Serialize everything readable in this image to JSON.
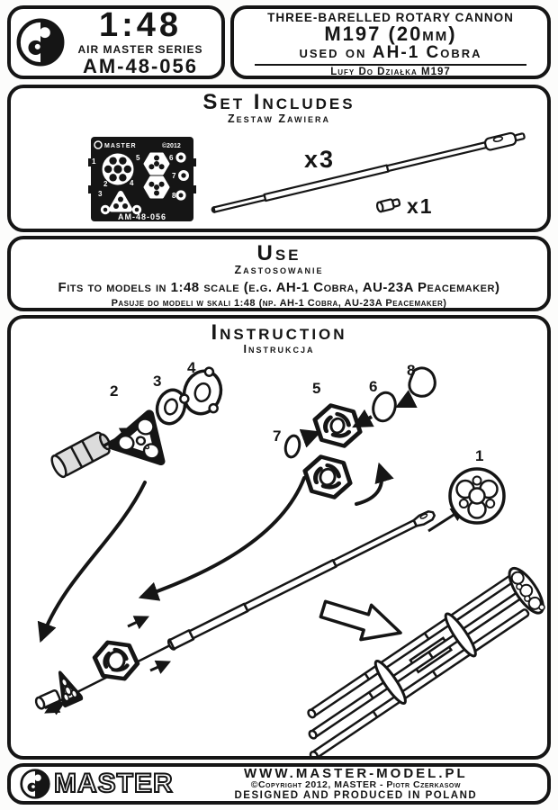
{
  "header": {
    "scale": "1:48",
    "series": "AIR MASTER SERIES",
    "product_code": "AM-48-056",
    "title_line1": "THREE-BARELLED ROTARY CANNON",
    "title_line2": "M197 (20mm)",
    "title_line3": "used on AH-1 Cobra",
    "subtitle_pl": "Lufy Do Działka M197"
  },
  "set_includes": {
    "title": "Set Includes",
    "subtitle_pl": "Zestaw Zawiera",
    "quantities": [
      "x3",
      "x1"
    ],
    "fret": {
      "brand": "MASTER",
      "copyright": "©2012",
      "code": "AM-48-056",
      "part_numbers": [
        "1",
        "2",
        "3",
        "4",
        "5",
        "6",
        "7",
        "8"
      ]
    }
  },
  "use": {
    "title": "Use",
    "subtitle_pl": "Zastosowanie",
    "text_en": "Fits to models in 1:48 scale (e.g. AH-1 Cobra, AU-23A Peacemaker)",
    "text_pl": "Pasuje do modeli w skali 1:48 (np. AH-1 Cobra, AU-23A Peacemaker)"
  },
  "instruction": {
    "title": "Instruction",
    "subtitle_pl": "Instrukcja",
    "part_labels": [
      "1",
      "2",
      "3",
      "4",
      "5",
      "6",
      "7",
      "8"
    ]
  },
  "footer": {
    "brand": "MASTER",
    "website": "WWW.MASTER-MODEL.PL",
    "copyright": "©Copyright 2012, MASTER - Piotr Czerkasow",
    "made": "DESIGNED AND PRODUCED IN POLAND"
  },
  "colors": {
    "ink": "#151515",
    "paper": "#ffffff",
    "shade": "#dcdcdc"
  }
}
